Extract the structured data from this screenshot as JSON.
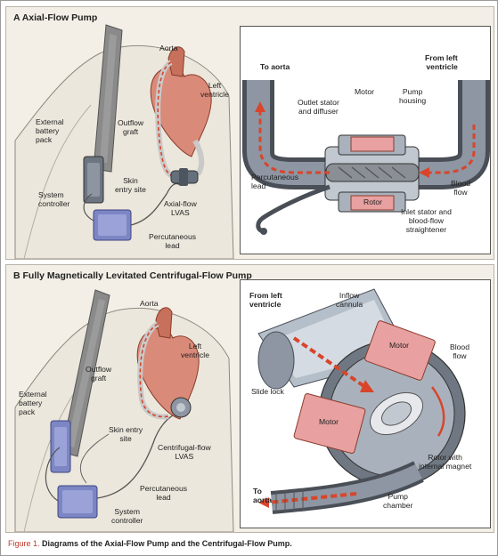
{
  "panel_a": {
    "title": "A  Axial-Flow Pump",
    "labels": {
      "aorta": "Aorta",
      "left_ventricle": "Left\nventricle",
      "outflow_graft": "Outflow\ngraft",
      "external_battery_pack": "External\nbattery\npack",
      "skin_entry_site": "Skin\nentry site",
      "system_controller": "System\ncontroller",
      "axial_flow_lvas": "Axial-flow\nLVAS",
      "percutaneous_lead": "Percutaneous\nlead"
    },
    "inset": {
      "to_aorta": "To aorta",
      "from_left_ventricle": "From left\nventricle",
      "motor": "Motor",
      "pump_housing": "Pump\nhousing",
      "outlet_stator": "Outlet stator\nand diffuser",
      "percutaneous_lead": "Percutaneous\nlead",
      "blood_flow": "Blood\nflow",
      "rotor": "Rotor",
      "inlet_stator": "Inlet stator and\nblood-flow\nstraightener"
    }
  },
  "panel_b": {
    "title": "B  Fully Magnetically Levitated Centrifugal-Flow Pump",
    "labels": {
      "aorta": "Aorta",
      "left_ventricle": "Left\nventricle",
      "outflow_graft": "Outflow\ngraft",
      "external_battery_pack": "External\nbattery\npack",
      "skin_entry_site": "Skin entry\nsite",
      "centrifugal_lvas": "Centrifugal-flow\nLVAS",
      "percutaneous_lead": "Percutaneous\nlead",
      "system_controller": "System\ncontroller"
    },
    "inset": {
      "from_left_ventricle": "From left\nventricle",
      "inflow_cannula": "Inflow\ncannula",
      "motor_top": "Motor",
      "blood_flow": "Blood\nflow",
      "slide_lock": "Slide lock",
      "motor_bottom": "Motor",
      "rotor_magnet": "Rotor with\ninternal magnet",
      "to_aorta": "To\naorta",
      "pump_chamber": "Pump\nchamber"
    }
  },
  "caption": {
    "figure": "Figure 1.",
    "text": "Diagrams of the Axial-Flow Pump and the Centrifugal-Flow Pump."
  },
  "colors": {
    "motor": "#e8a0a0",
    "housing": "#9aa6b4",
    "blood_arrow": "#d8452b",
    "strap": "#7d7d7d",
    "heart": "#d98a78",
    "controller": "#7d86c4"
  }
}
